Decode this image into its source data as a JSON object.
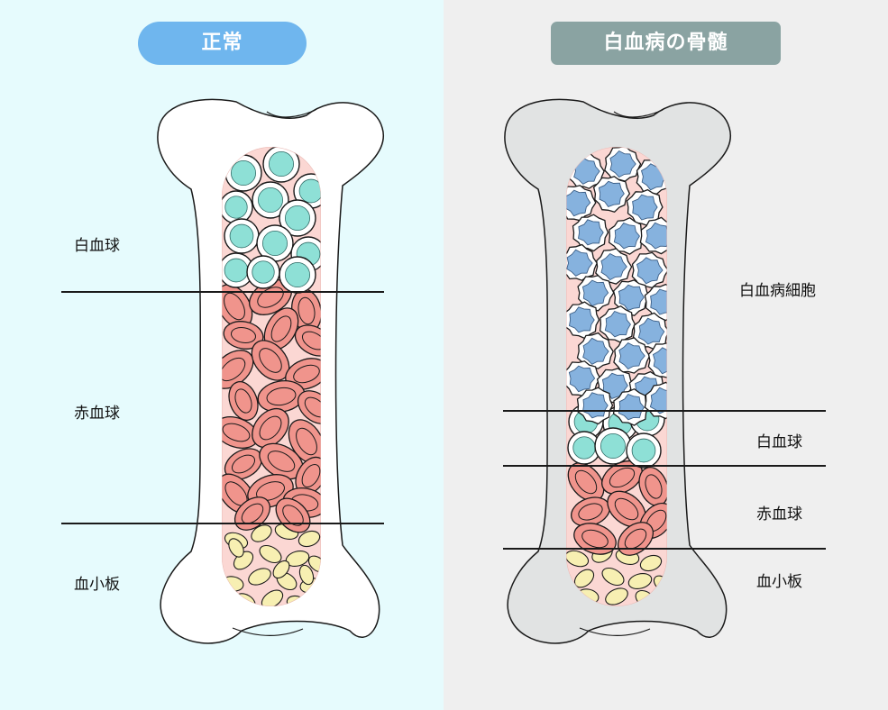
{
  "colors": {
    "normal_bg": "#e6fbfd",
    "disease_bg": "#efefef",
    "normal_pill": "#6fb6ee",
    "disease_pill": "#8aa3a2",
    "bone_normal": "#ffffff",
    "bone_disease": "#e1e3e3",
    "marrow_fill": "#fbd7d3",
    "wbc_fill": "#8ee0d6",
    "rbc_fill": "#f0948c",
    "platelet_fill": "#f7efb2",
    "leukemia_fill": "#86b2de",
    "outline": "#1a1a1a"
  },
  "normal": {
    "title": "正常",
    "labels": {
      "wbc": "白血球",
      "rbc": "赤血球",
      "platelet": "血小板"
    }
  },
  "disease": {
    "title": "白血病の骨髄",
    "labels": {
      "leukemia": "白血病細胞",
      "wbc": "白血球",
      "rbc": "赤血球",
      "platelet": "血小板"
    }
  }
}
